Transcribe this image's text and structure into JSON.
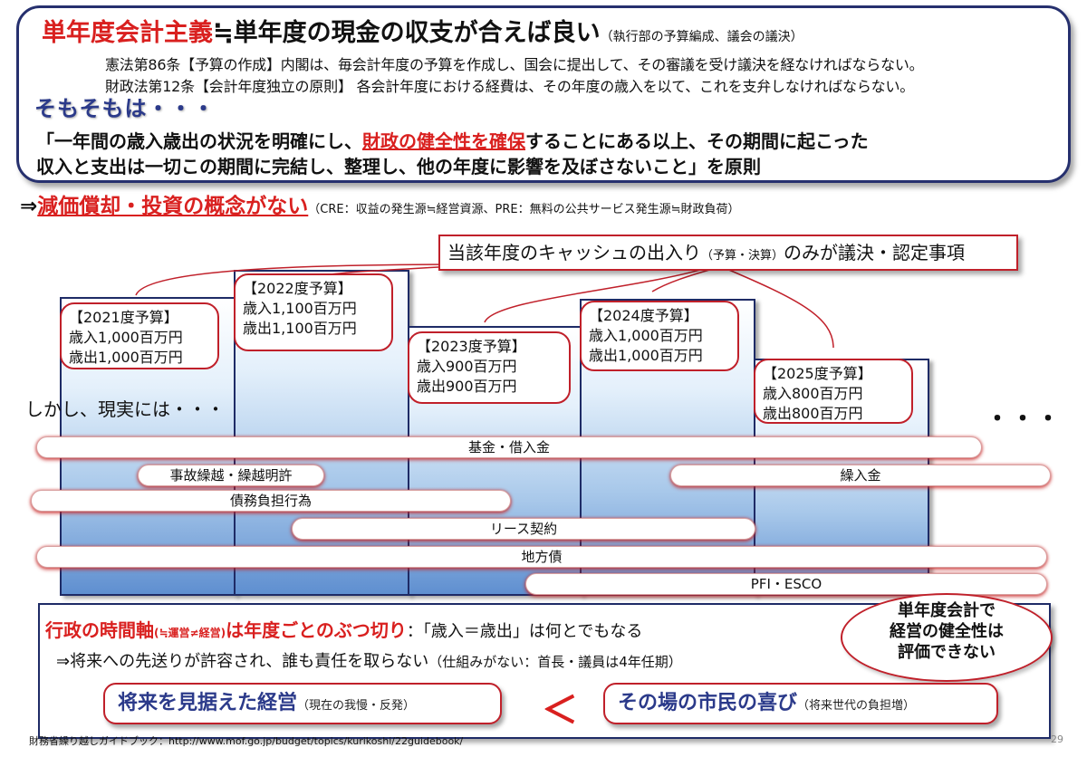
{
  "top": {
    "title_red": "単年度会計主義",
    "title_rest": "≒単年度の現金の収支が合えば良い",
    "title_note": "（執行部の予算編成、議会の議決）",
    "law1": "憲法第86条【予算の作成】内閣は、毎会計年度の予算を作成し、国会に提出して、その審議を受け議決を経なければならない。",
    "law2": "財政法第12条【会計年度独立の原則】 各会計年度における経費は、その年度の歳入を以て、これを支弁しなければならない。",
    "somosomo": "そもそもは・・・",
    "quote1_pre": "「一年間の歳入歳出の状況を明確にし、",
    "quote1_hl": "財政の健全性を確保",
    "quote1_post": "することにある以上、その期間に起こった",
    "quote2": "収入と支出は一切この期間に完結し、整理し、他の年度に影響を及ぼさないこと」を原則"
  },
  "concept": {
    "arrow": "⇒",
    "highlight": "減価償却・投資の概念がない",
    "note": "（CRE：収益の発生源≒経営資源、PRE：無料の公共サービス発生源≒財政負荷）"
  },
  "header": {
    "main": "当該年度のキャッシュの出入り",
    "small": "（予算・決算）",
    "rest": "のみが議決・認定事項"
  },
  "budgets": [
    {
      "title": "【2021度予算】",
      "income": "歳入1,000百万円",
      "expense": "歳出1,000百万円"
    },
    {
      "title": "【2022度予算】",
      "income": "歳入1,100百万円",
      "expense": "歳出1,100百万円"
    },
    {
      "title": "【2023度予算】",
      "income": "歳入900百万円",
      "expense": "歳出900百万円"
    },
    {
      "title": "【2024度予算】",
      "income": "歳入1,000百万円",
      "expense": "歳出1,000百万円"
    },
    {
      "title": "【2025度予算】",
      "income": "歳入800百万円",
      "expense": "歳出800百万円"
    }
  ],
  "reality": "しかし、現実には・・・",
  "ellipsis": "・・・",
  "pills": {
    "kikin": "基金・借入金",
    "jiko": "事故繰越・繰越明許",
    "kuriire": "繰入金",
    "saimu": "債務負担行為",
    "lease": "リース契約",
    "chihousai": "地方債",
    "pfi": "PFI・ESCO"
  },
  "bottom": {
    "line1_red": "行政の時間軸",
    "line1_small": "(≒運営≠経営)",
    "line1_red2": "は年度ごとのぶつ切り",
    "line1_rest": "：「歳入＝歳出」は何とでもなる",
    "line2_main": "⇒将来への先送りが許容され、誰も責任を取らない",
    "line2_note": "（仕組みがない：首長・議員は4年任期）",
    "oval1": "単年度会計で",
    "oval2": "経営の健全性は",
    "oval3": "評価できない",
    "future_main": "将来を見据えた経営",
    "future_note": "（現在の我慢・反発）",
    "less_than": "＜",
    "citizen_main": "その場の市民の喜び",
    "citizen_note": "（将来世代の負担増）"
  },
  "footer": {
    "source": "財務省繰り越しガイドブック：http://www.mof.go.jp/budget/topics/kurikoshi/22guidebook/",
    "page": "29"
  }
}
